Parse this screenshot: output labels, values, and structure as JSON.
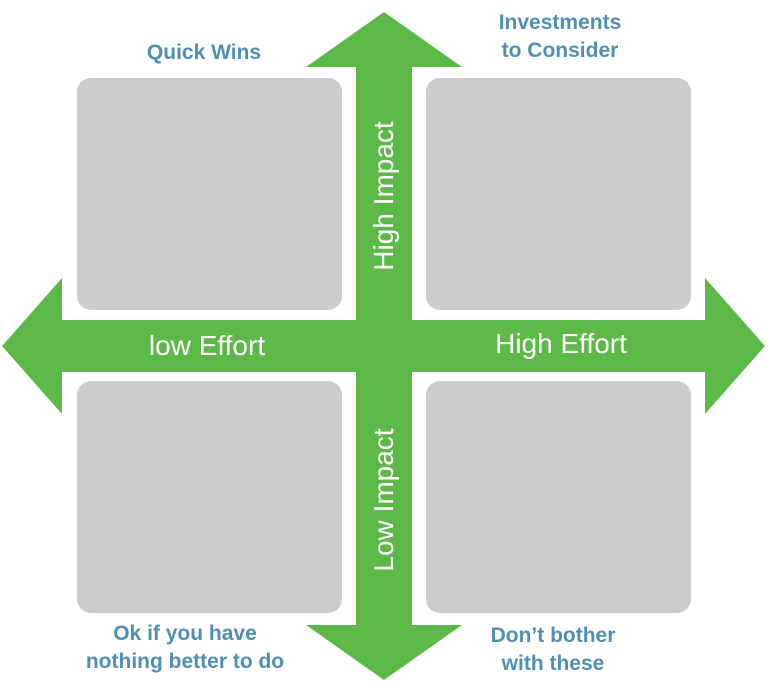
{
  "diagram": {
    "quadrants": {
      "top_left": {
        "lines": [
          "Quick Wins"
        ]
      },
      "top_right": {
        "lines": [
          "Investments",
          "to Consider"
        ]
      },
      "bottom_left": {
        "lines": [
          "Ok if you have",
          "nothing better to do"
        ]
      },
      "bottom_right": {
        "lines": [
          "Don’t bother",
          "with these"
        ]
      }
    },
    "axes": {
      "up": "High Impact",
      "down": "Low Impact",
      "left": "low Effort",
      "right": "High Effort"
    },
    "colors": {
      "arrow": "#5cb948",
      "box": "#cccccc",
      "label": "#4f8fb4",
      "axis_text": "#ffffff"
    }
  }
}
